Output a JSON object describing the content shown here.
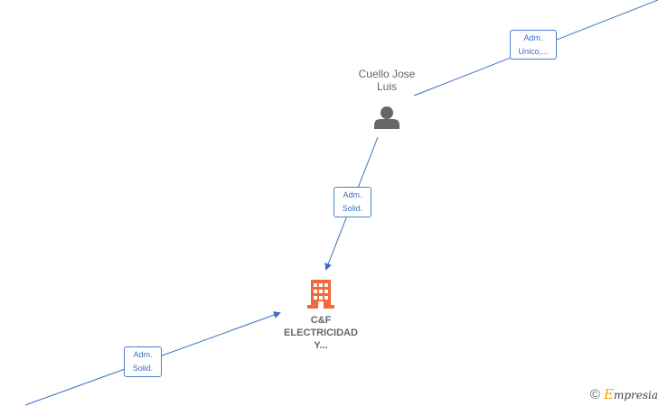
{
  "person": {
    "name_line1": "Cuello Jose",
    "name_line2": "Luis"
  },
  "company": {
    "line1": "C&F",
    "line2": "ELECTRICIDAD",
    "line3": "Y..."
  },
  "edges": [
    {
      "line1": "Adm.",
      "line2": "Unico,..."
    },
    {
      "line1": "Adm.",
      "line2": "Solid."
    },
    {
      "line1": "Adm.",
      "line2": "Solid."
    }
  ],
  "colors": {
    "edge": "#3a6fc4",
    "company_icon": "#f26a3a",
    "person_icon": "#666666"
  },
  "watermark": {
    "symbol": "©",
    "brand_initial": "E",
    "brand_rest": "mpresia"
  }
}
